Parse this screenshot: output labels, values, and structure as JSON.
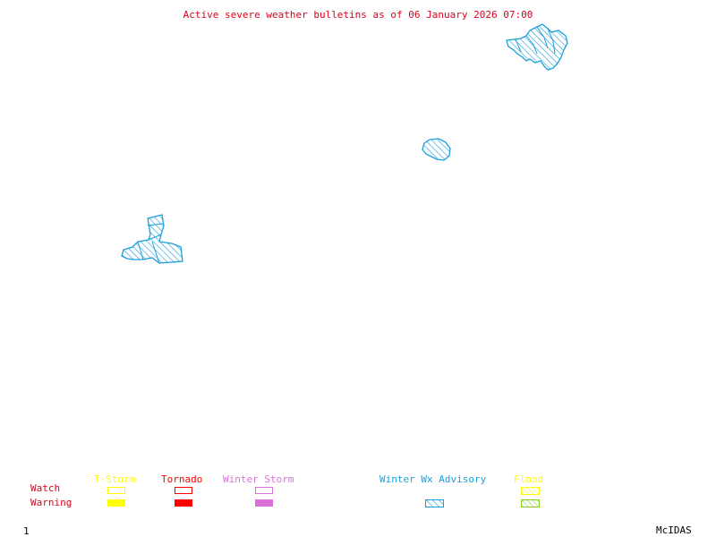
{
  "title": "Active severe weather bulletins as of 06 January 2026 07:00",
  "title_color": "#e0001a",
  "legend": {
    "row_labels": {
      "watch": "Watch",
      "warning": "Warning",
      "color": "#e0001a"
    },
    "categories": [
      {
        "key": "tstorm",
        "label": "T-Storm",
        "color": "#ffff00",
        "watch_style": "outline",
        "warning_style": "filled"
      },
      {
        "key": "tornado",
        "label": "Tornado",
        "color": "#ff0000",
        "watch_style": "outline",
        "warning_style": "filled"
      },
      {
        "key": "winter_storm",
        "label": "Winter Storm",
        "color": "#db70db",
        "watch_style": "outline",
        "warning_style": "filled"
      },
      {
        "key": "winter_wx_advisory",
        "label": "Winter Wx Advisory",
        "color": "#1a9edb",
        "watch_style": "none",
        "warning_style": "hatched"
      },
      {
        "key": "flood",
        "label": "Flood",
        "color": "#ffff00",
        "warning_color": "#7fcc1a",
        "watch_style": "hatched",
        "warning_style": "hatched"
      }
    ]
  },
  "alerts": [
    {
      "region": "northeast",
      "type": "Winter Wx Advisory",
      "color": "#1a9edb"
    },
    {
      "region": "central",
      "type": "Winter Wx Advisory",
      "color": "#1a9edb"
    },
    {
      "region": "southwest",
      "type": "Winter Wx Advisory",
      "color": "#1a9edb"
    }
  ],
  "footer": {
    "frame_number": "1",
    "software": "McIDAS"
  }
}
